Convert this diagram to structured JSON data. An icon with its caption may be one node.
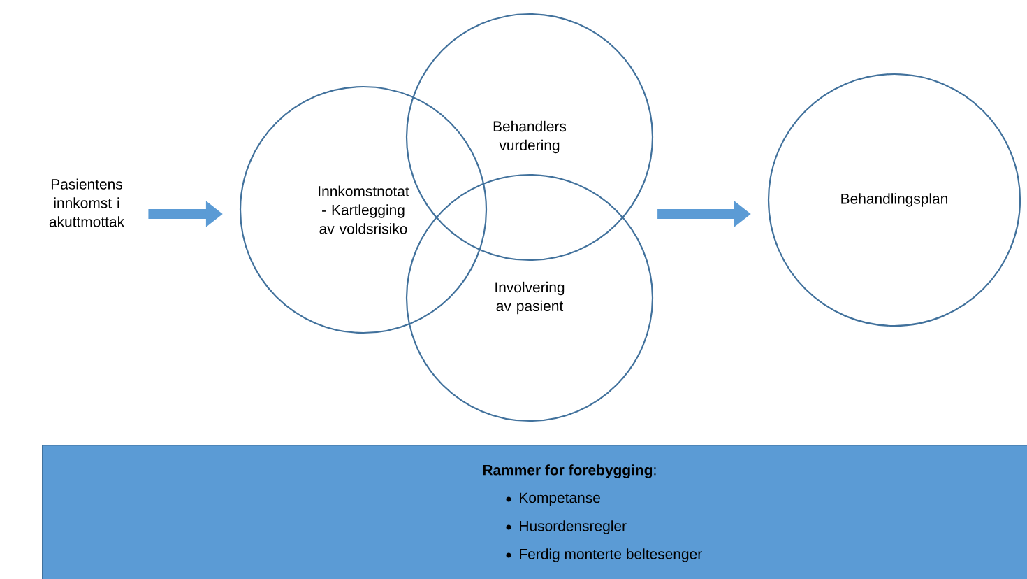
{
  "diagram": {
    "nodes": [
      {
        "text": [
          "Pasientens innkomst i akuttmottak"
        ]
      },
      {
        "text": [
          "Innkomstnotat - Kartlegging av voldsrisiko"
        ]
      },
      {
        "text": [
          "Behandlers vurdering"
        ]
      },
      {
        "text": [
          "Involvering av pasient"
        ]
      },
      {
        "text": [
          "Behandlingsplan"
        ]
      },
      {
        "text": [
          "**Rammer for forebygging**:",
          "Kompetanse",
          "Husordensregler",
          "Ferdig monterte beltesenger"
        ]
      }
    ],
    "edges": [
      {
        "from": 0,
        "to": 1,
        "arrow": "to"
      },
      {
        "from": 2,
        "to": 4,
        "arrow": "to"
      }
    ]
  }
}
